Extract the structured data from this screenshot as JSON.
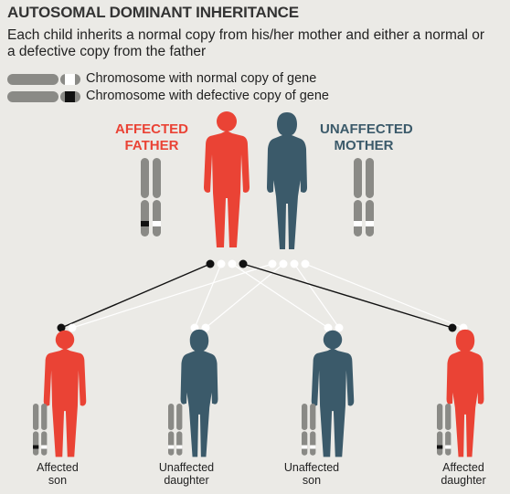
{
  "title": "AUTOSOMAL DOMINANT INHERITANCE",
  "subtitle": "Each child inherits a normal copy from his/her mother and either a normal or a defective copy from the father",
  "legend": {
    "normal": "Chromosome with normal copy of gene",
    "defective": "Chromosome with defective copy of gene"
  },
  "parents": {
    "father": {
      "line1": "AFFECTED",
      "line2": "FATHER"
    },
    "mother": {
      "line1": "UNAFFECTED",
      "line2": "MOTHER"
    }
  },
  "children": [
    {
      "line1": "Affected",
      "line2": "son",
      "status": "affected"
    },
    {
      "line1": "Unaffected",
      "line2": "daughter",
      "status": "unaffected"
    },
    {
      "line1": "Unaffected",
      "line2": "son",
      "status": "unaffected"
    },
    {
      "line1": "Affected",
      "line2": "daughter",
      "status": "affected"
    }
  ],
  "colors": {
    "affected": "#ea4335",
    "unaffected": "#3b5a6a",
    "chromosome": "#8a8a86",
    "defective_gene": "#111111",
    "normal_gene": "#ffffff",
    "background": "#ebeae6"
  }
}
